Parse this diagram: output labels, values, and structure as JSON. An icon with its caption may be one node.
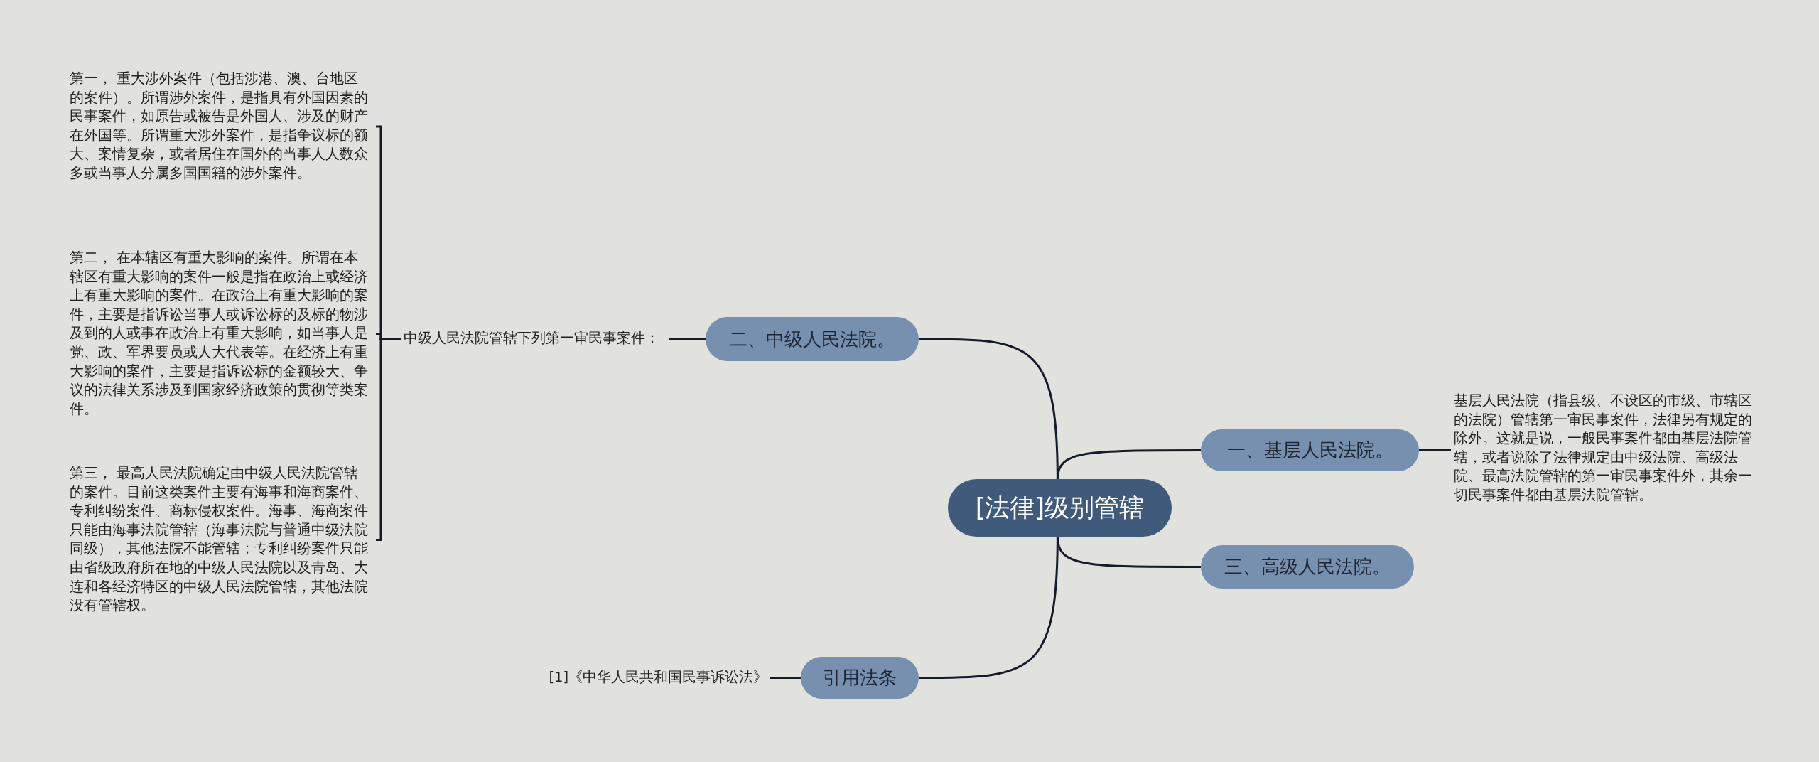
{
  "diagram": {
    "nodes": [
      {
        "text": [
          "[法律]级别管辖"
        ]
      },
      {
        "text": [
          "二、中级人民法院。"
        ]
      },
      {
        "text": [
          "中级人民法院管辖下列第一审民事案件："
        ]
      },
      {
        "text": [
          "第一， 重大涉外案件（包括涉港、澳、台地区的案件）。所谓涉外案件，是指具有外国因素的民事案件，如原告或被告是外国人、涉及的财产在外国等。所谓重大涉外案件，是指争议标的额大、案情复杂，或者居住在国外的当事人人数众多或当事人分属多国国籍的涉外案件。"
        ]
      },
      {
        "text": [
          "第二， 在本辖区有重大影响的案件。所谓在本辖区有重大影响的案件一般是指在政治上或经济上有重大影响的案件。在政治上有重大影响的案件，主要是指诉讼当事人或诉讼标的及标的物涉及到的人或事在政治上有重大影响，如当事人是党、政、军界要员或人大代表等。在经济上有重大影响的案件，主要是指诉讼标的金额较大、争议的法律关系涉及到国家经济政策的贯彻等类案件。"
        ]
      },
      {
        "text": [
          "第三， 最高人民法院确定由中级人民法院管辖的案件。目前这类案件主要有海事和海商案件、专利纠纷案件、商标侵权案件。海事、海商案件只能由海事法院管辖（海事法院与普通中级法院同级），其他法院不能管辖；专利纠纷案件只能由省级政府所在地的中级人民法院以及青岛、大连和各经济特区的中级人民法院管辖，其他法院没有管辖权。"
        ]
      },
      {
        "text": [
          "一、基层人民法院。"
        ]
      },
      {
        "text": [
          "基层人民法院（指县级、不设区的市级、市辖区的法院）管辖第一审民事案件，法律另有规定的除外。这就是说，一般民事案件都由基层法院管辖，或者说除了法律规定由中级法院、高级法院、最高法院管辖的第一审民事案件外，其余一切民事案件都由基层法院管辖。"
        ]
      },
      {
        "text": [
          "三、高级人民法院。"
        ]
      },
      {
        "text": [
          "引用法条"
        ]
      },
      {
        "text": [
          "[1]《中华人民共和国民事诉讼法》"
        ]
      }
    ],
    "edges": [
      {
        "from": 0,
        "to": 1,
        "arrow": "none"
      },
      {
        "from": 1,
        "to": 2,
        "arrow": "none"
      },
      {
        "from": 2,
        "to": 3,
        "arrow": "none"
      },
      {
        "from": 2,
        "to": 4,
        "arrow": "none"
      },
      {
        "from": 2,
        "to": 5,
        "arrow": "none"
      },
      {
        "from": 0,
        "to": 6,
        "arrow": "none"
      },
      {
        "from": 6,
        "to": 7,
        "arrow": "none"
      },
      {
        "from": 0,
        "to": 8,
        "arrow": "none"
      },
      {
        "from": 0,
        "to": 9,
        "arrow": "none"
      },
      {
        "from": 9,
        "to": 10,
        "arrow": "none"
      }
    ]
  }
}
